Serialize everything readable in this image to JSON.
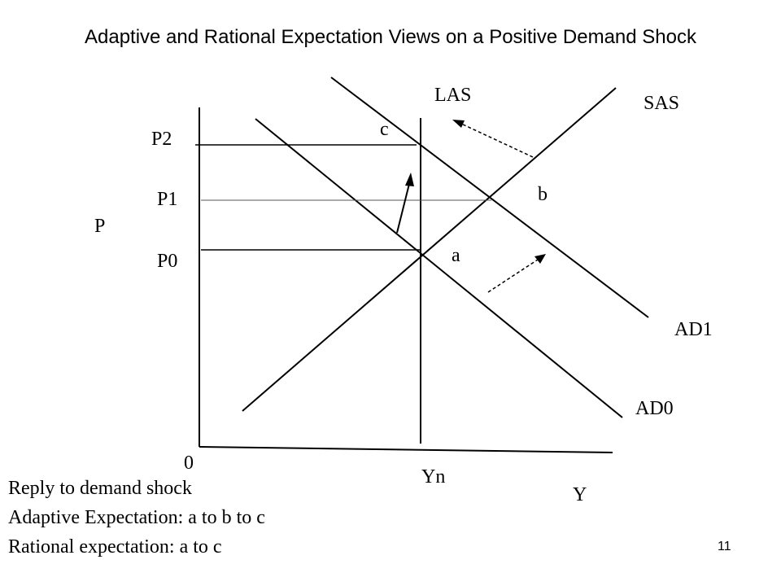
{
  "title": "Adaptive and Rational Expectation Views on a Positive Demand Shock",
  "labels": {
    "las": "LAS",
    "sas": "SAS",
    "ad1": "AD1",
    "ad0": "AD0",
    "p2": "P2",
    "p1": "P1",
    "p0": "P0",
    "p_axis": "P",
    "y_axis": "Y",
    "yn": "Yn",
    "origin": "0",
    "point_a": "a",
    "point_b": "b",
    "point_c": "c"
  },
  "notes": {
    "line1": "Reply to demand shock",
    "line2": "Adaptive Expectation: a to b to c",
    "line3": "Rational expectation: a to c"
  },
  "slide_number": "11"
}
